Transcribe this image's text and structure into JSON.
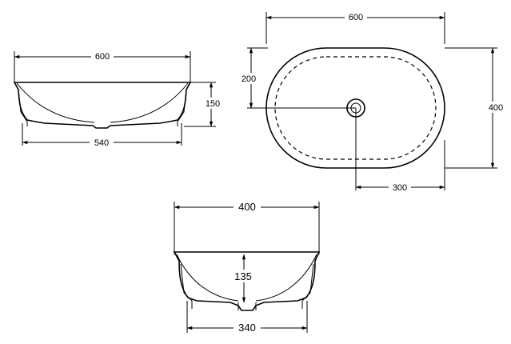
{
  "dimensions": {
    "side_view": {
      "width_top": "600",
      "height": "150",
      "width_base": "540"
    },
    "top_view": {
      "width": "600",
      "height": "400",
      "drain_offset_y": "200",
      "drain_offset_x": "300"
    },
    "front_view": {
      "width_top": "400",
      "height": "135",
      "width_base": "340"
    }
  }
}
